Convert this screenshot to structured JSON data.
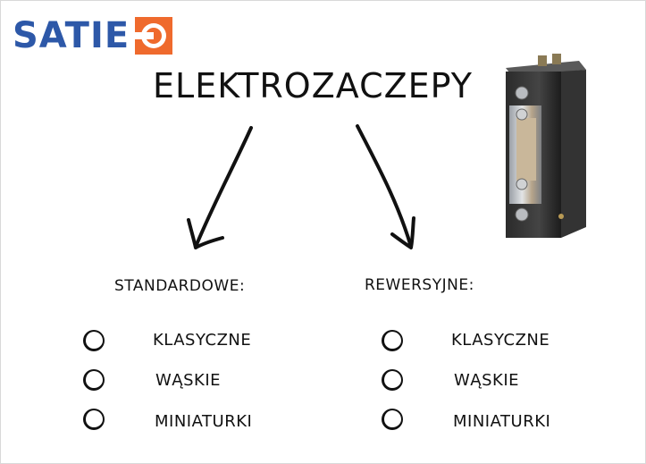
{
  "logo": {
    "text": "SATIE",
    "brand_color": "#2d58a8",
    "mark_color": "#ef6a2d",
    "mark_icon": "ring-icon"
  },
  "title": "ELEKTROZACZEPY",
  "columns": [
    {
      "heading": "STANDARDOWE:",
      "options": [
        {
          "label": "KLASYCZNE",
          "checked": false
        },
        {
          "label": "WĄSKIE",
          "checked": false
        },
        {
          "label": "MINIATURKI",
          "checked": false
        }
      ]
    },
    {
      "heading": "REWERSYJNE:",
      "options": [
        {
          "label": "KLASYCZNE",
          "checked": false
        },
        {
          "label": "WĄSKIE",
          "checked": false
        },
        {
          "label": "MINIATURKI",
          "checked": false
        }
      ]
    }
  ]
}
